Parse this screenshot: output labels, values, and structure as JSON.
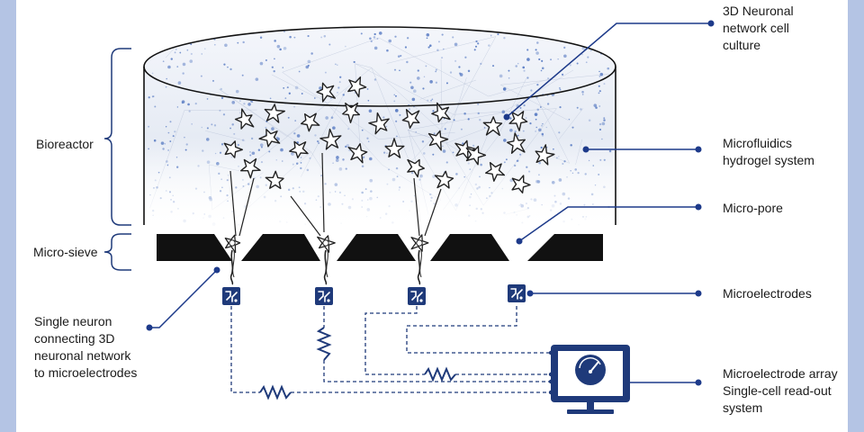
{
  "labels": {
    "bioreactor": "Bioreactor",
    "micro_sieve": "Micro-sieve",
    "single_neuron": [
      "Single neuron",
      "connecting 3D",
      "neuronal network",
      "to microelectrodes"
    ],
    "neuronal_network": [
      "3D Neuronal",
      "network cell",
      "culture"
    ],
    "hydrogel": [
      "Microfluidics",
      "hydrogel system"
    ],
    "micro_pore": "Micro-pore",
    "microelectrodes": "Microelectrodes",
    "readout": [
      "Microelectrode array",
      "Single-cell read-out",
      "system"
    ]
  },
  "colors": {
    "accent": "#1f3a7a",
    "pointer": "#1d3a8a",
    "sieve": "#111111",
    "dots": "#3a63b8",
    "frame": "#b4c4e4"
  },
  "icons": [
    "neuron-star-icon",
    "neuron-cell-icon",
    "microelectrode-icon",
    "resistor-icon",
    "monitor-gauge-icon"
  ]
}
